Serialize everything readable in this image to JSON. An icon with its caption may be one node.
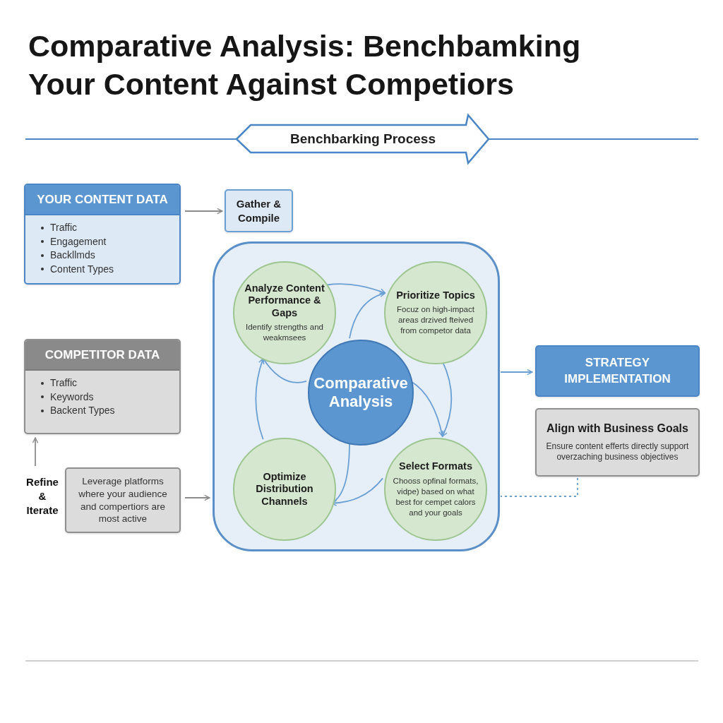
{
  "diagram": {
    "title": "Comparative Analysis: Benchbamking Your Content Against Competiors",
    "nodes": [
      {
        "text": [
          "Benchbarking Process"
        ]
      },
      {
        "text": [
          "YOUR CONTENT DATA",
          "Traffic",
          "Engagement",
          "Backllmds",
          "Content Types"
        ]
      },
      {
        "text": [
          "Gather & Compile"
        ]
      },
      {
        "text": [],
        "shape": "box"
      },
      {
        "text": [
          "Analyze Content Performance & Gaps",
          "Identify strengths and weakmsees"
        ],
        "in": 3
      },
      {
        "text": [
          "Prioritize Topics",
          "Focuz on high-impact areas drzived fteived from competor data"
        ],
        "in": 3
      },
      {
        "text": [
          "Comparative Analysis"
        ],
        "in": 3
      },
      {
        "text": [
          "Optimize Distribution Channels"
        ],
        "in": 3
      },
      {
        "text": [
          "Select Formats",
          "Chooss opfinal formats, vidpe) based on what best for cempet calors and your goals"
        ],
        "in": 3
      },
      {
        "text": [
          "COMPETITOR DATA",
          "Traffic",
          "Keywords",
          "Backent Types"
        ]
      },
      {
        "text": [
          "Refine & Iterate"
        ]
      },
      {
        "text": [
          "Leverage platforms where your audience and compertiors are most active"
        ]
      },
      {
        "text": [
          "STRATEGY IMPLEMENTATION"
        ]
      },
      {
        "text": [
          "Align with Business Goals",
          "Ensure content efferts directly support overzaching business objectives"
        ]
      }
    ],
    "edges": [
      {
        "from": 1,
        "to": 2,
        "arrow": "to",
        "color": "#8c8c8c"
      },
      {
        "from": 4,
        "to": 5,
        "arrow": "to"
      },
      {
        "from": 6,
        "to": 5,
        "arrow": "to"
      },
      {
        "from": 5,
        "to": 8,
        "arrow": "to"
      },
      {
        "from": 6,
        "to": 8,
        "arrow": "to"
      },
      {
        "from": 8,
        "to": 7,
        "arrow": "to"
      },
      {
        "from": 6,
        "to": 7,
        "arrow": "to"
      },
      {
        "from": 7,
        "to": 4,
        "arrow": "to"
      },
      {
        "from": 6,
        "to": 4,
        "arrow": "to"
      },
      {
        "from": 10,
        "to": 9,
        "arrow": "to",
        "color": "#8c8c8c"
      },
      {
        "from": 11,
        "to": 3,
        "arrow": "to",
        "color": "#8c8c8c"
      },
      {
        "from": 3,
        "to": 12,
        "arrow": "to"
      },
      {
        "from": 13,
        "to": 3,
        "arrow": "none",
        "style": "dashed"
      }
    ]
  }
}
